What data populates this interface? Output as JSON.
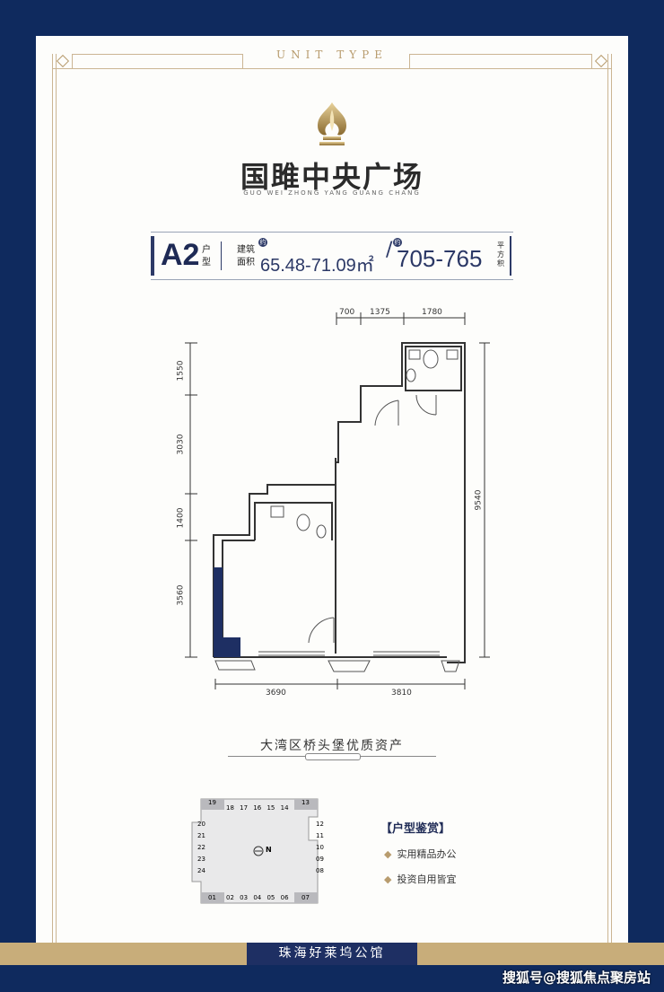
{
  "header": {
    "unit_type_label": "UNIT TYPE"
  },
  "brand": {
    "name": "国雎中央广场",
    "pinyin": "GUO WEI ZHONG YANG GUANG CHANG"
  },
  "spec": {
    "code": "A2",
    "code_suffix": [
      "户",
      "型"
    ],
    "area_label": [
      "建筑",
      "面积"
    ],
    "approx": "约",
    "area_value": "65.48-71.09㎡",
    "divider": "/",
    "size_value": "705-765",
    "size_unit": [
      "平",
      "方",
      "积"
    ]
  },
  "floorplan": {
    "top_dims": [
      "700",
      "1375",
      "1780"
    ],
    "left_dims": [
      "1550",
      "3030",
      "1400",
      "3560"
    ],
    "right_dim": "9540",
    "bottom_dims": [
      "3690",
      "3810"
    ]
  },
  "tagline": "大湾区桥头堡优质资产",
  "siteplan": {
    "top_units": [
      "19",
      "18",
      "17",
      "16",
      "15",
      "14",
      "13"
    ],
    "right_units": [
      "12",
      "11",
      "10",
      "09",
      "08"
    ],
    "bottom_units": [
      "01",
      "02",
      "03",
      "04",
      "05",
      "06",
      "07"
    ],
    "left_units": [
      "20",
      "21",
      "22",
      "23",
      "24"
    ],
    "north": "N"
  },
  "features": {
    "title": "【户型鉴赏】",
    "items": [
      "实用精品办公",
      "投资自用皆宜"
    ]
  },
  "footer": {
    "title": "珠海好莱坞公馆"
  },
  "watermark": "搜狐号@搜狐焦点聚房站",
  "colors": {
    "navy": "#0f2a5e",
    "gold": "#b89c6e",
    "accent": "#1e2a55"
  }
}
